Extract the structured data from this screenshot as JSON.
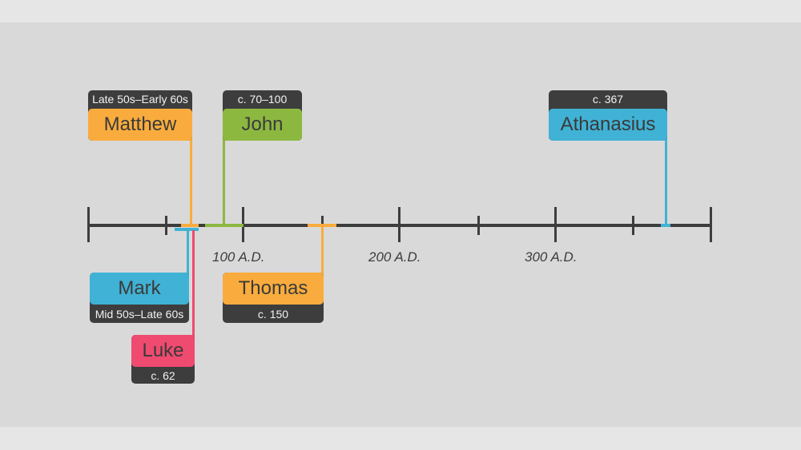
{
  "axis": {
    "tick_labels": [
      "100 A.D.",
      "200 A.D.",
      "300 A.D."
    ]
  },
  "events": {
    "matthew": {
      "name": "Matthew",
      "date": "Late 50s–Early 60s",
      "color": "#f9ac3d"
    },
    "john": {
      "name": "John",
      "date": "c. 70–100",
      "color": "#8cb840"
    },
    "athanasius": {
      "name": "Athanasius",
      "date": "c. 367",
      "color": "#40b2d5"
    },
    "mark": {
      "name": "Mark",
      "date": "Mid 50s–Late 60s",
      "color": "#40b2d5"
    },
    "thomas": {
      "name": "Thomas",
      "date": "c. 150",
      "color": "#f9ac3d"
    },
    "luke": {
      "name": "Luke",
      "date": "c. 62",
      "color": "#ef4a6f"
    }
  },
  "colors": {
    "background": "#e6e6e6",
    "panel": "#d9d9d9",
    "axis": "#3d3d3d"
  }
}
